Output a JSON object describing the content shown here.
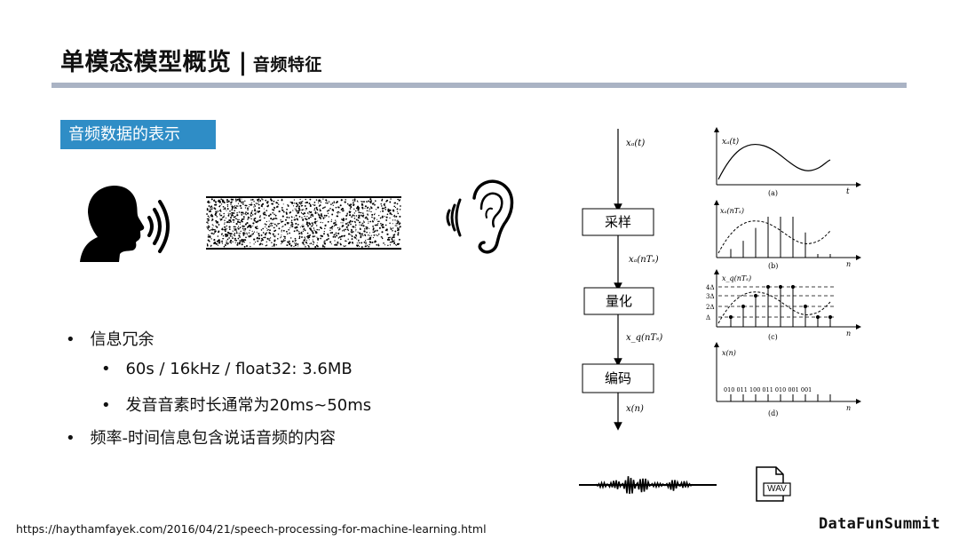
{
  "header": {
    "title": "单模态模型概览",
    "separator": "|",
    "subtitle": "音频特征"
  },
  "section": {
    "label": "音频数据的表示"
  },
  "bullets": [
    {
      "text": "信息冗余",
      "level": 1
    },
    {
      "text": "60s / 16kHz / float32: 3.6MB",
      "level": 2
    },
    {
      "text": "发音音素时长通常为20ms~50ms",
      "level": 2
    },
    {
      "text": "频率-时间信息包含说话音频的内容",
      "level": 1
    }
  ],
  "flow": {
    "signal_in": "xₐ(t)",
    "box_sample": "采样",
    "signal_sampled": "xₐ(nTₛ)",
    "box_quantize": "量化",
    "signal_quantized": "x_q(nTₛ)",
    "box_encode": "编码",
    "signal_out": "x(n)"
  },
  "plots": {
    "a_label": "xₐ(t)",
    "a_caption": "(a)",
    "a_axis": "t",
    "b_label": "xₐ(nTₛ)",
    "b_caption": "(b)",
    "b_axis": "n",
    "c_label": "x_q(nTₛ)",
    "c_caption": "(c)",
    "c_axis": "n",
    "c_levels": [
      "4Δ",
      "3Δ",
      "2Δ",
      "Δ"
    ],
    "d_label": "x(n)",
    "d_caption": "(d)",
    "d_axis": "n",
    "d_bits": "010 011 100 011 010 001 001"
  },
  "file_icon": {
    "label": "WAV"
  },
  "footer": {
    "url": "https://haythamfayek.com/2016/04/21/speech-processing-for-machine-learning.html",
    "brand": "DataFunSummit"
  }
}
